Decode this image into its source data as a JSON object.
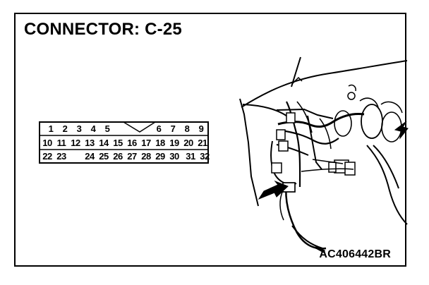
{
  "title": "CONNECTOR: C-25",
  "code": "AC406442BR",
  "connector": {
    "rows": [
      [
        "1",
        "2",
        "3",
        "4",
        "5",
        "",
        "",
        "",
        "6",
        "7",
        "8",
        "9"
      ],
      [
        "10",
        "11",
        "12",
        "13",
        "14",
        "15",
        "16",
        "17",
        "18",
        "19",
        "20",
        "21"
      ],
      [
        "22",
        "23",
        "",
        "24",
        "25",
        "26",
        "27",
        "28",
        "29",
        "30",
        "31",
        "32"
      ]
    ]
  },
  "illustration": {
    "subject": "dashboard-harness",
    "arrow_color": "#000000"
  }
}
